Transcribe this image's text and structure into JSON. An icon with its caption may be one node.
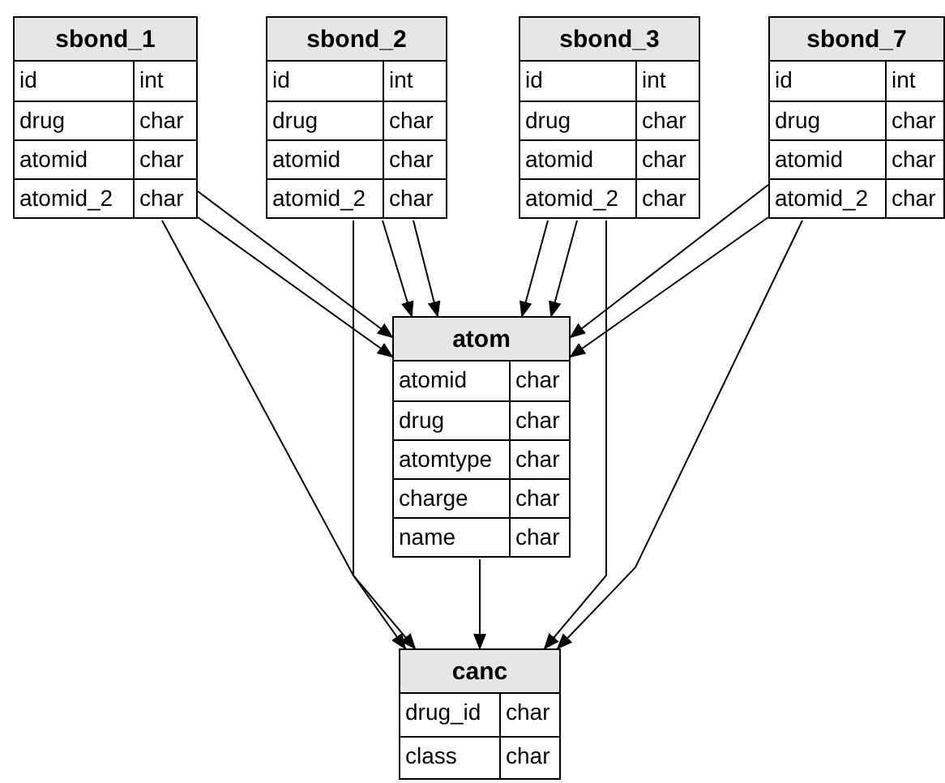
{
  "diagram": {
    "nodes": [
      {
        "text": [
          "sbond_1",
          "id",
          "int",
          "drug",
          "char",
          "atomid",
          "char",
          "atomid_2",
          "char"
        ]
      },
      {
        "text": [
          "sbond_2",
          "id",
          "int",
          "drug",
          "char",
          "atomid",
          "char",
          "atomid_2",
          "char"
        ]
      },
      {
        "text": [
          "sbond_3",
          "id",
          "int",
          "drug",
          "char",
          "atomid",
          "char",
          "atomid_2",
          "char"
        ]
      },
      {
        "text": [
          "sbond_7",
          "id",
          "int",
          "drug",
          "char",
          "atomid",
          "char",
          "atomid_2",
          "char"
        ]
      },
      {
        "text": [
          "atom",
          "atomid",
          "char",
          "drug",
          "char",
          "atomtype",
          "char",
          "charge",
          "char",
          "name",
          "char"
        ]
      },
      {
        "text": [
          "canc",
          "drug_id",
          "char",
          "class",
          "char"
        ]
      }
    ],
    "edges": [
      {
        "from": 0,
        "to": 4,
        "arrow": "to"
      },
      {
        "from": 0,
        "to": 4,
        "arrow": "to"
      },
      {
        "from": 0,
        "to": 5,
        "arrow": "to"
      },
      {
        "from": 1,
        "to": 4,
        "arrow": "to"
      },
      {
        "from": 1,
        "to": 4,
        "arrow": "to"
      },
      {
        "from": 1,
        "to": 5,
        "arrow": "to"
      },
      {
        "from": 2,
        "to": 4,
        "arrow": "to"
      },
      {
        "from": 2,
        "to": 4,
        "arrow": "to"
      },
      {
        "from": 2,
        "to": 5,
        "arrow": "to"
      },
      {
        "from": 3,
        "to": 4,
        "arrow": "to"
      },
      {
        "from": 3,
        "to": 4,
        "arrow": "to"
      },
      {
        "from": 3,
        "to": 5,
        "arrow": "to"
      },
      {
        "from": 4,
        "to": 5,
        "arrow": "to"
      }
    ]
  }
}
